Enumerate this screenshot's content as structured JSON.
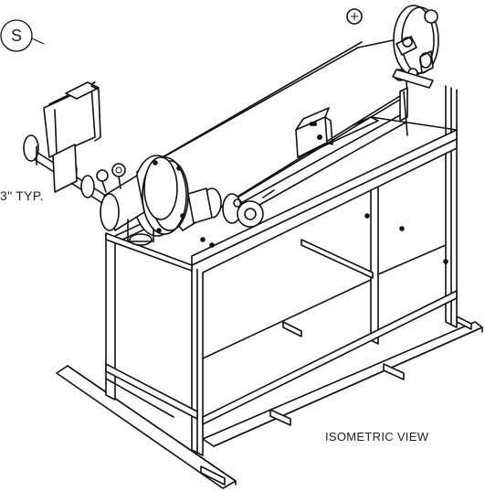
{
  "callouts": {
    "detail_letter": "S",
    "typical_note": "3\" TYP.",
    "view_label": "ISOMETRIC VIEW"
  }
}
